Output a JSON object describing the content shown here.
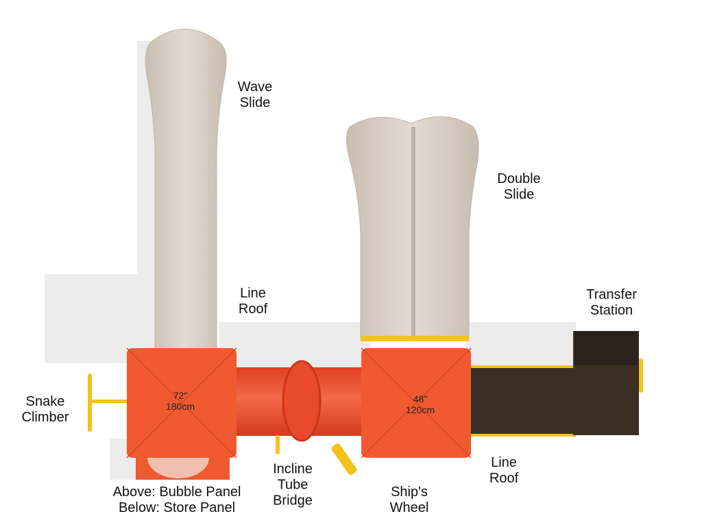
{
  "labels": {
    "wave_slide": [
      "Wave",
      "Slide"
    ],
    "double_slide": [
      "Double",
      "Slide"
    ],
    "line_roof_left": [
      "Line",
      "Roof"
    ],
    "transfer_station": [
      "Transfer",
      "Station"
    ],
    "snake_climber": [
      "Snake",
      "Climber"
    ],
    "line_roof_right": [
      "Line",
      "Roof"
    ],
    "incline_tube_bridge": [
      "Incline",
      "Tube",
      "Bridge"
    ],
    "ships_wheel": [
      "Ship's",
      "Wheel"
    ],
    "panels": [
      "Above: Bubble Panel",
      "Below: Store Panel"
    ]
  },
  "deck_heights": {
    "left": [
      "72\"",
      "180cm"
    ],
    "right": [
      "48\"",
      "120cm"
    ]
  },
  "colors": {
    "roof": "#f15a30",
    "tube": "#e9472a",
    "slide": "#d9d0c6",
    "deck": "#3b2f24",
    "accent": "#f3c21b"
  }
}
